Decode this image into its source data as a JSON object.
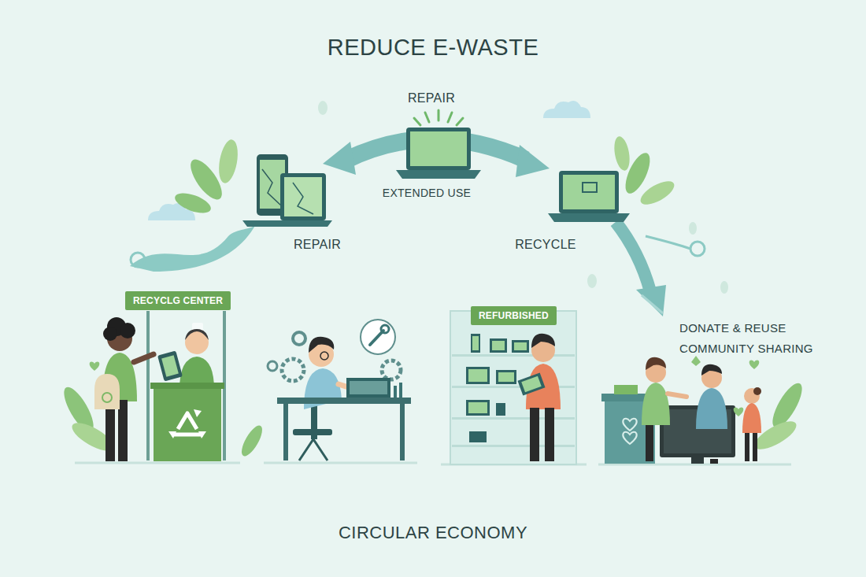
{
  "diagram": {
    "title": "REDUCE E-WASTE",
    "caption": "CIRCULAR ECONOMY",
    "nodes": [
      {
        "text": [
          "RECYCLG CENTER"
        ]
      },
      {
        "text": [
          "REFURBISHED"
        ]
      }
    ],
    "labels": [
      "REPAIR",
      "EXTENDED USE",
      "REPAIR",
      "RECYCLE",
      "DONATE & REUSE COMMUNITY SHARING"
    ]
  }
}
